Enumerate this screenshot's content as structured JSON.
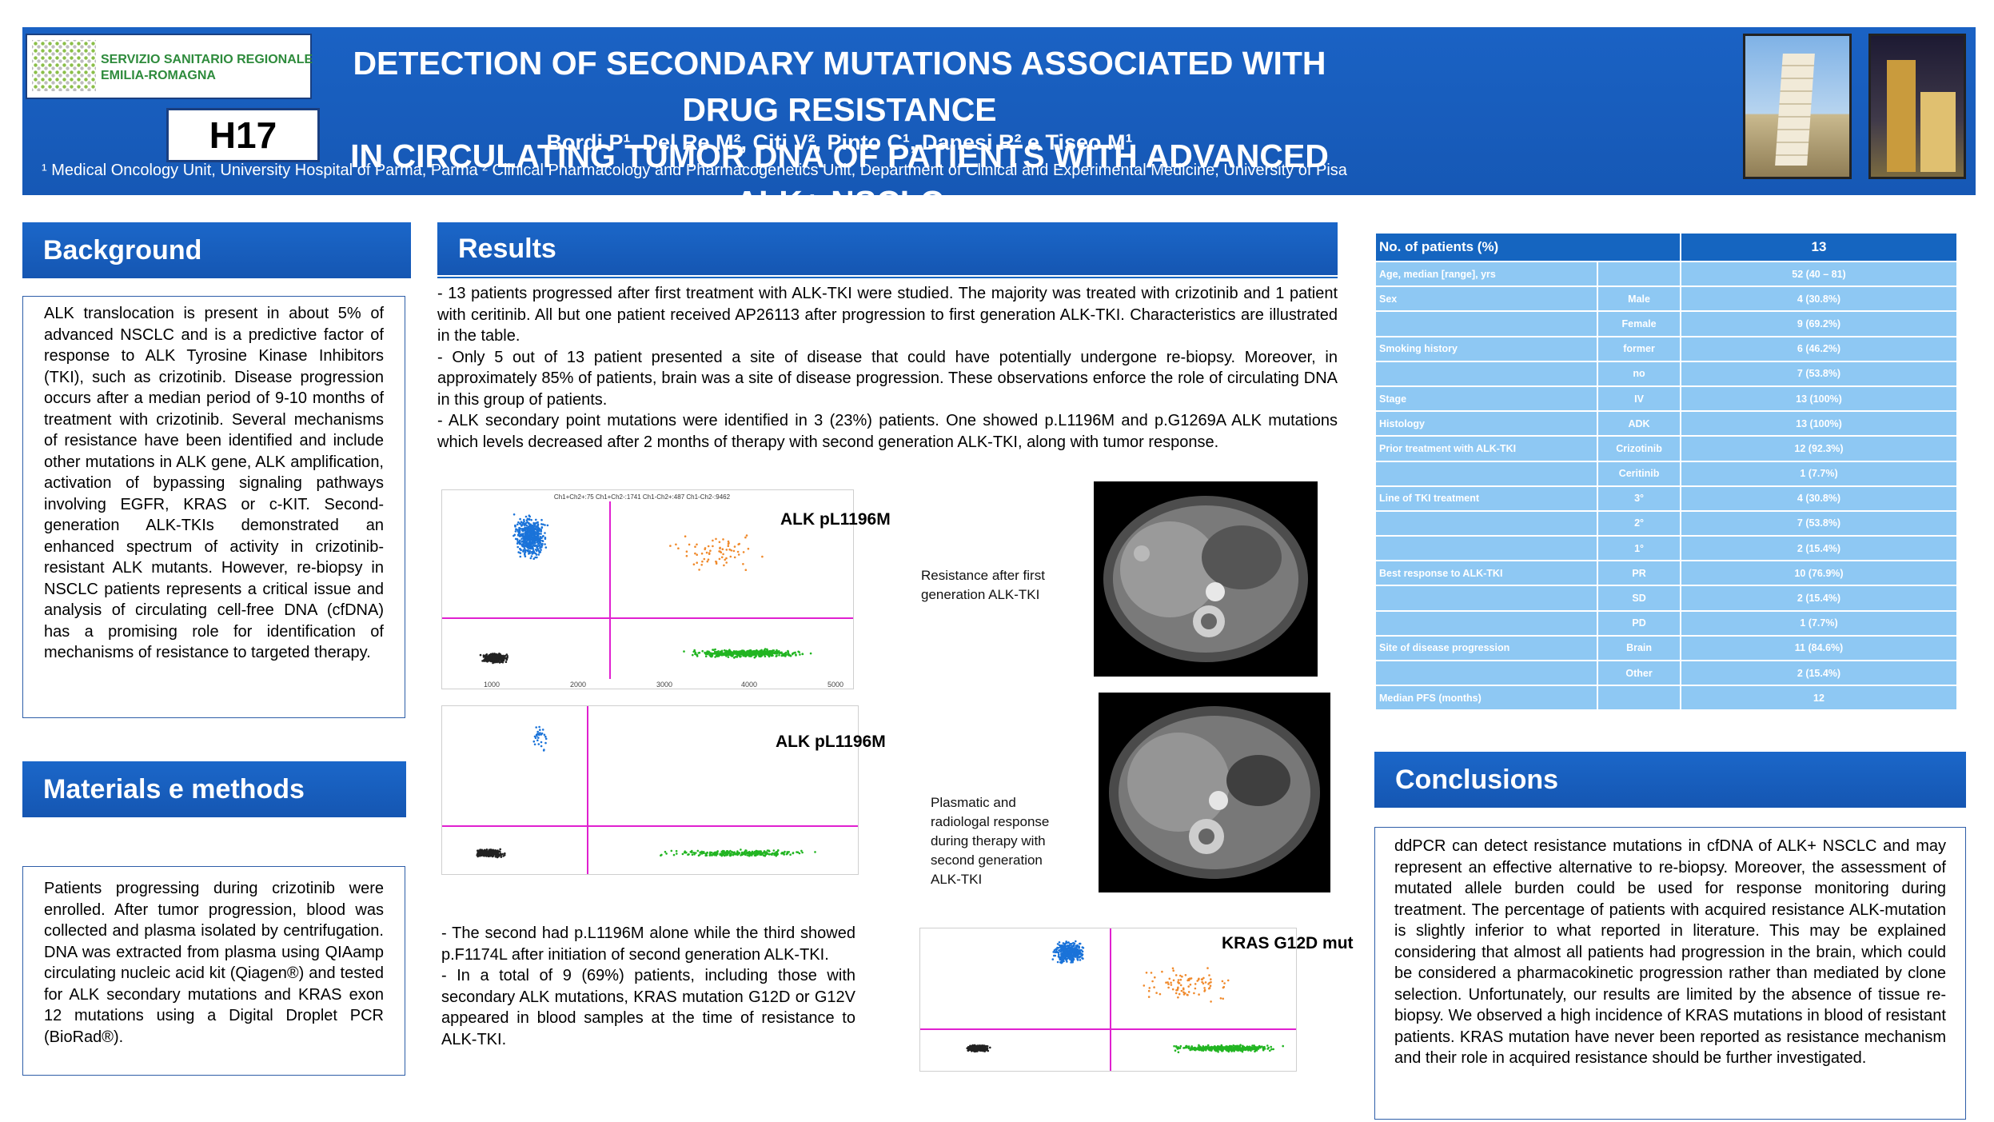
{
  "header": {
    "logo_line1": "SERVIZIO SANITARIO REGIONALE",
    "logo_line2": "EMILIA-ROMAGNA",
    "code": "H17",
    "title_line1": "DETECTION OF SECONDARY MUTATIONS ASSOCIATED WITH DRUG RESISTANCE",
    "title_line2": "IN CIRCULATING TUMOR DNA OF PATIENTS WITH ADVANCED ALK+ NSCLC",
    "authors": "Bordi P¹, Del Re M², Citi V², Pinto C¹, Danesi R² e Tiseo M¹",
    "affiliations": "¹ Medical Oncology Unit, University Hospital of Parma, Parma    ² Clinical Pharmacology and Pharmacogenetics Unit, Department of Clinical and Experimental Medicine, University of Pisa"
  },
  "background": {
    "heading": "Background",
    "text": "ALK translocation is present in about 5% of advanced NSCLC and is a predictive factor of response to ALK Tyrosine Kinase Inhibitors (TKI), such as crizotinib. Disease progression occurs after a median period of 9-10 months of treatment with crizotinib. Several mechanisms of resistance have been identified and include other mutations in ALK gene, ALK amplification, activation of bypassing signaling pathways involving EGFR, KRAS or c-KIT. Second-generation ALK-TKIs demonstrated an enhanced spectrum of activity in crizotinib-resistant ALK mutants. However, re-biopsy in NSCLC patients represents a critical issue and analysis of circulating cell-free DNA (cfDNA) has a promising role for identification of mechanisms of resistance to targeted therapy."
  },
  "methods": {
    "heading": "Materials e methods",
    "text": "Patients progressing during crizotinib were enrolled. After tumor progression, blood was collected and plasma isolated by centrifugation. DNA was extracted from plasma using QIAamp circulating nucleic acid kit (Qiagen®) and tested for ALK secondary mutations and KRAS exon 12 mutations using a Digital Droplet PCR (BioRad®)."
  },
  "results": {
    "heading": "Results",
    "p1": "- 13 patients progressed after first treatment with ALK-TKI were studied. The majority was treated with crizotinib and 1 patient with ceritinib. All but one patient received AP26113 after progression to first generation ALK-TKI. Characteristics are illustrated in the table.",
    "p2": "- Only 5 out of 13 patient presented a site of disease that could have potentially undergone re-biopsy. Moreover, in approximately 85% of patients, brain was a site of disease progression. These observations enforce the role of circulating DNA in this group of patients.",
    "p3": "- ALK secondary point mutations were identified in 3 (23%) patients. One showed p.L1196M and p.G1269A ALK mutations which levels decreased after 2 months of therapy with second generation ALK-TKI, along with tumor response.",
    "p4": "- The second had p.L1196M alone while the third showed p.F1174L after initiation of second generation ALK-TKI.",
    "p5": "- In a total of 9 (69%) patients, including those with secondary ALK mutations, KRAS mutation G12D or G12V appeared in blood samples at the time of resistance to ALK-TKI.",
    "plot1_label": "ALK pL1196M",
    "plot1_header": "Ch1+Ch2+:75  Ch1+Ch2-:1741  Ch1-Ch2+:487  Ch1-Ch2-:9462",
    "plot1_ticks": [
      "1000",
      "2000",
      "3000",
      "4000",
      "5000"
    ],
    "plot2_label": "ALK pL1196M",
    "plot3_label": "KRAS G12D mut",
    "caption1": "Resistance after first generation ALK-TKI",
    "caption2": "Plasmatic and radiologal response during therapy with second generation ALK-TKI"
  },
  "table": {
    "header": [
      "No. of patients (%)",
      "13"
    ],
    "rows": [
      [
        "Age, median [range], yrs",
        "",
        "52 (40 – 81)"
      ],
      [
        "Sex",
        "Male",
        "4 (30.8%)"
      ],
      [
        "",
        "Female",
        "9 (69.2%)"
      ],
      [
        "Smoking history",
        "former",
        "6 (46.2%)"
      ],
      [
        "",
        "no",
        "7 (53.8%)"
      ],
      [
        "Stage",
        "IV",
        "13 (100%)"
      ],
      [
        "Histology",
        "ADK",
        "13 (100%)"
      ],
      [
        "Prior treatment with ALK-TKI",
        "Crizotinib",
        "12 (92.3%)"
      ],
      [
        "",
        "Ceritinib",
        "1 (7.7%)"
      ],
      [
        "Line of TKI treatment",
        "3°",
        "4 (30.8%)"
      ],
      [
        "",
        "2°",
        "7 (53.8%)"
      ],
      [
        "",
        "1°",
        "2 (15.4%)"
      ],
      [
        "Best response to ALK-TKI",
        "PR",
        "10 (76.9%)"
      ],
      [
        "",
        "SD",
        "2 (15.4%)"
      ],
      [
        "",
        "PD",
        "1 (7.7%)"
      ],
      [
        "Site of disease progression",
        "Brain",
        "11 (84.6%)"
      ],
      [
        "",
        "Other",
        "2 (15.4%)"
      ],
      [
        "Median PFS (months)",
        "",
        "12"
      ]
    ]
  },
  "conclusions": {
    "heading": "Conclusions",
    "text": "ddPCR can detect resistance mutations in cfDNA of ALK+ NSCLC and may represent an effective alternative to re-biopsy. Moreover, the assessment of mutated allele burden could be used for response monitoring during treatment. The percentage of patients with acquired resistance ALK-mutation is slightly inferior to what reported in literature. This may be explained considering that almost all patients had progression in the brain, which could be considered a pharmacokinetic progression rather than mediated by clone selection. Unfortunately, our results are limited by the absence of tissue re-biopsy. We observed a high incidence of KRAS mutations in blood of resistant patients. KRAS mutation have never been reported as resistance mechanism and their role in acquired resistance should be further investigated."
  },
  "colors": {
    "header_blue": "#1565c0",
    "table_row": "#8ec8f3",
    "cluster_blue": "#1a73d9",
    "cluster_orange": "#f08a2c",
    "cluster_green": "#22b522",
    "cluster_black": "#222222",
    "threshold_magenta": "#e020d0"
  }
}
